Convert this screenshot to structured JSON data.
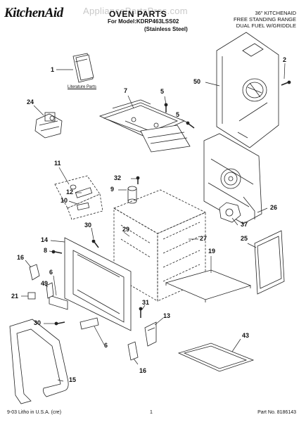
{
  "header": {
    "brand": "KitchenAid",
    "watermark": "AppliancePartsPros.com",
    "title": "OVEN PARTS",
    "model_line": "For Model:KDRP463LSS02",
    "finish": "(Stainless Steel)",
    "range_lines": [
      "36\" KITCHENAID",
      "FREE STANDING RANGE",
      "DUAL FUEL W/GRIDDLE"
    ]
  },
  "literature_label": "Literature Parts",
  "callouts": [
    "1",
    "2",
    "50",
    "7",
    "5",
    "5",
    "24",
    "11",
    "32",
    "9",
    "12",
    "10",
    "30",
    "29",
    "14",
    "8",
    "16",
    "6",
    "49",
    "21",
    "30",
    "31",
    "13",
    "16",
    "15",
    "6",
    "43",
    "19",
    "25",
    "26",
    "27",
    "37"
  ],
  "footer": {
    "left": "9-03 Litho in U.S.A. (cre)",
    "page": "1",
    "part_no": "Part No. 8186143"
  }
}
